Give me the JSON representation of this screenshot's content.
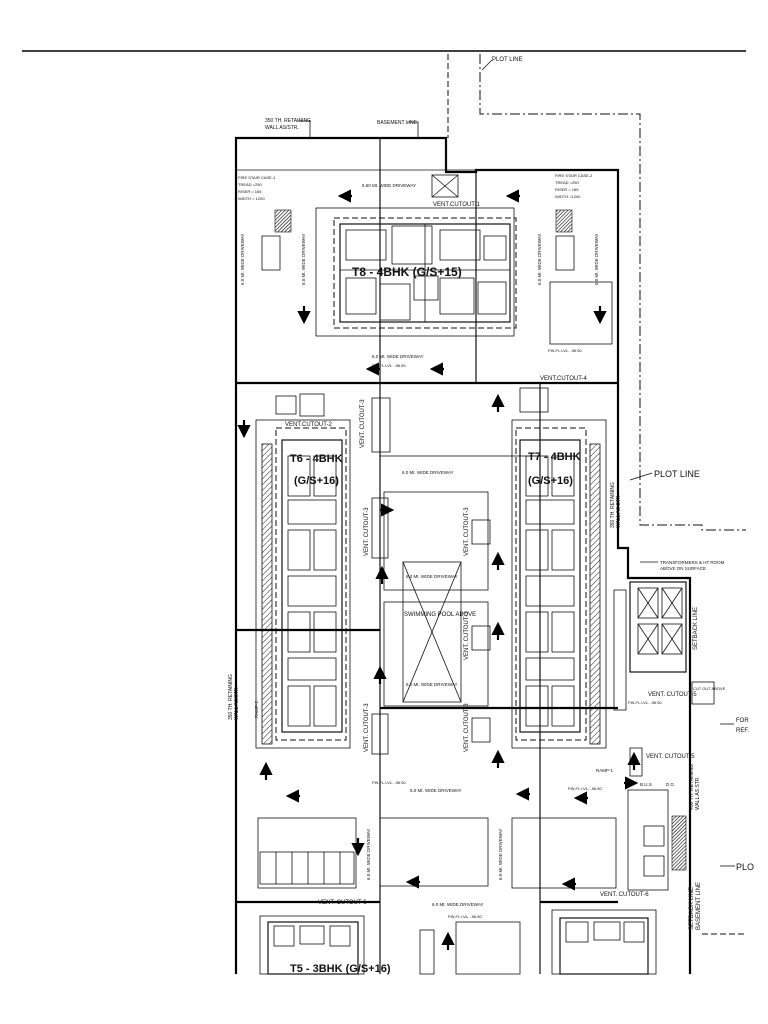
{
  "labels": {
    "plot_line_top": "PLOT LINE",
    "plot_line_right": "PLOT LINE",
    "plot_line_edge": "PLO",
    "retaining_wall_top": "350 TH. RETAINING",
    "retaining_wall_top_2": "WALL AS/STR.",
    "basement_line_top": "BASEMENT LINE",
    "fire_stair_1": [
      "FIRE STAIR CASE-1",
      "TREAD =250",
      "RISER = 165",
      "WIDTH = 1200"
    ],
    "fire_stair_2": [
      "FIRE STAIR CASE-2",
      "TREAD =250",
      "RISER = 165",
      "WIDTH =1200"
    ],
    "driveway_550": "5.50 Mt. WIDE DRIVEWAY",
    "driveway_600": "6.0 Mt. WIDE DRIVEWAY",
    "driveway_600_alt": "6.0 Mt. WIDE DRIVEWAY",
    "driveway_v": "6.0 Mt. WIDE DRIVEWAY",
    "vent_cutout_1": "VENT.CUTOUT-1",
    "vent_cutout_2": "VENT.CUTOUT-2",
    "vent_cutout_3": "VENT. CUTOUT-3",
    "vent_cutout_4": "VENT.CUTOUT-4",
    "vent_cutout_5": "VENT. CUTOUT-5",
    "vent_cutout_6": "VENT. CUTOUT-6",
    "cut_out_above": "CUT OUT ABOVE",
    "tower_t8": "T8 - 4BHK (G/S+15)",
    "tower_t6": [
      "T6 - 4BHK",
      "(G/S+16)"
    ],
    "tower_t7": [
      "T7 - 4BHK",
      "(G/S+16)"
    ],
    "tower_t5": "T5 - 3BHK (G/S+16)",
    "fin_level": "FIN.FL.LVL. -96.50",
    "fin_level_b": "FIN.FL.LVL. -96.50",
    "swimming_pool": "SWIMMING POOL ABOVE",
    "transformers": [
      "TRANSFORMERS & HT ROOM",
      "ABOVE ON SURFACE"
    ],
    "setback_line": "SETBACK LINE",
    "setback_basement": [
      "SETBACK LINE",
      "BASEMENT LINE"
    ],
    "retaining_450": [
      "450 TH. RETAINING",
      "WALL AS STR."
    ],
    "retaining_350_left": [
      "350 TH. RETAINING",
      "WALL AS/STR."
    ],
    "retaining_350_right": [
      "350 TH. RETAINING",
      "WALL AS STR."
    ],
    "ramp_1": "RAMP-1",
    "ramp_2": "RAMP-2",
    "for_ref": [
      "FOR",
      "REF."
    ],
    "bus": "B.U.S",
    "dg": "D.G"
  }
}
